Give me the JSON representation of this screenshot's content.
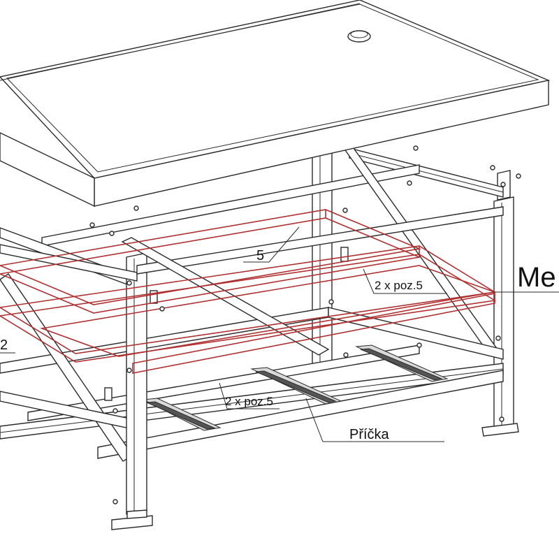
{
  "labels": {
    "pos5": "5",
    "pos5_pair_upper": "2 x poz.5",
    "pos5_pair_lower": "2 x poz.5",
    "cross_bar": "Příčka",
    "left_number": "2",
    "right_word": "Me"
  },
  "colors": {
    "line": "#2a2a2a",
    "highlight": "#b03030",
    "background": "#ffffff"
  }
}
